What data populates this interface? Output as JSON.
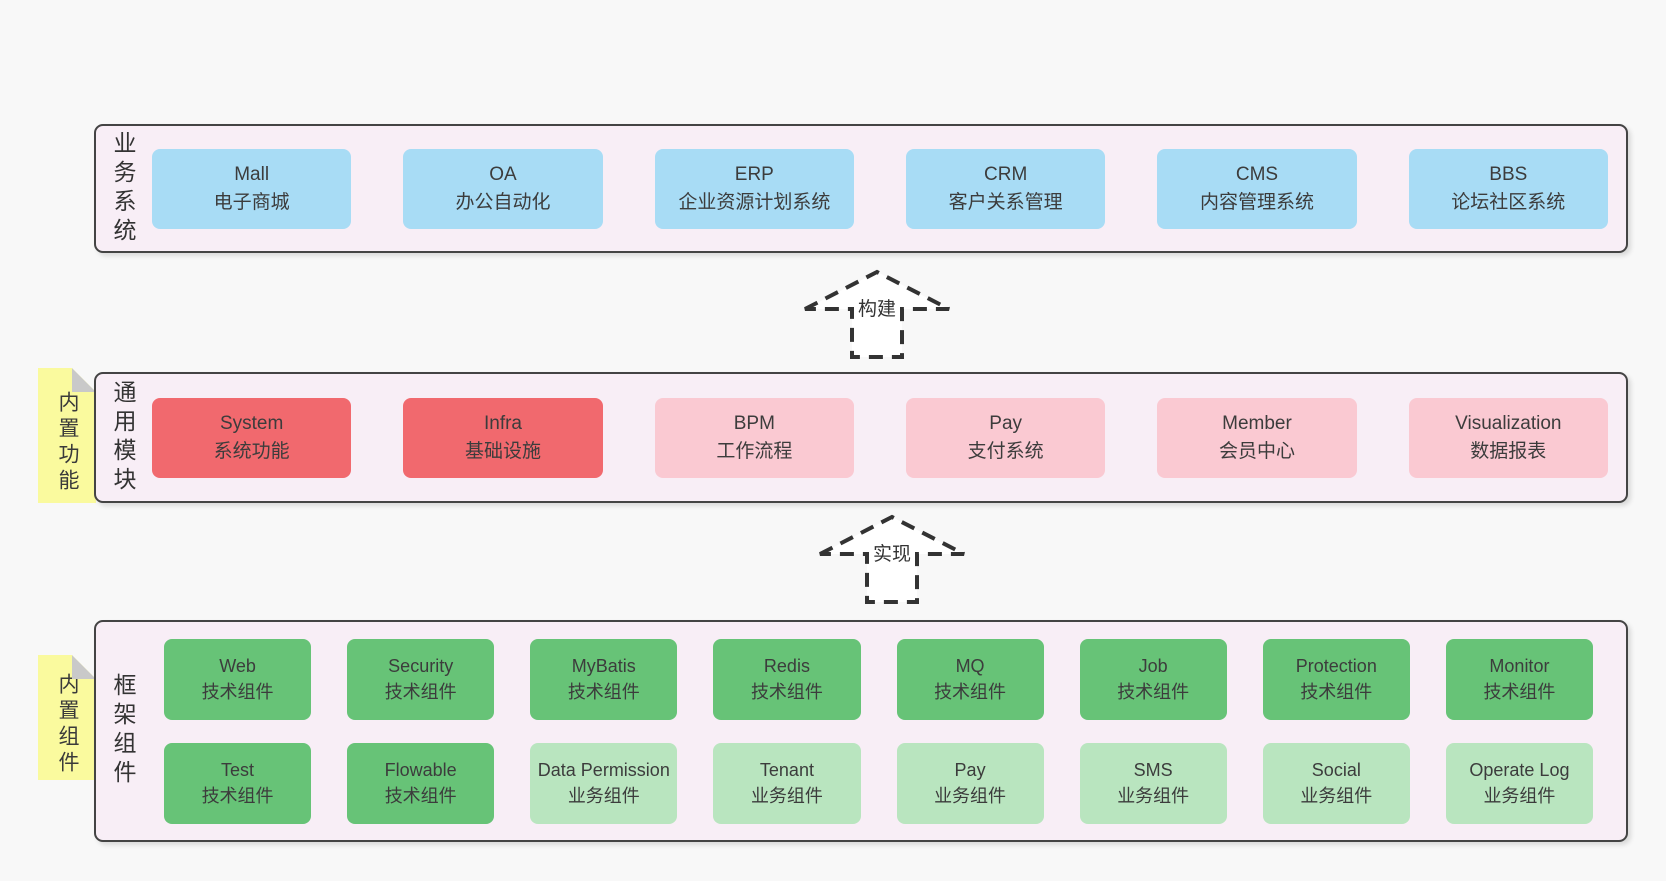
{
  "layers": {
    "business": {
      "label": "业务系统",
      "boxes": [
        {
          "en": "Mall",
          "zh": "电子商城"
        },
        {
          "en": "OA",
          "zh": "办公自动化"
        },
        {
          "en": "ERP",
          "zh": "企业资源计划系统"
        },
        {
          "en": "CRM",
          "zh": "客户关系管理"
        },
        {
          "en": "CMS",
          "zh": "内容管理系统"
        },
        {
          "en": "BBS",
          "zh": "论坛社区系统"
        }
      ]
    },
    "modules": {
      "label": "通用模块",
      "note": "内置功能",
      "boxes": [
        {
          "en": "System",
          "zh": "系统功能"
        },
        {
          "en": "Infra",
          "zh": "基础设施"
        },
        {
          "en": "BPM",
          "zh": "工作流程"
        },
        {
          "en": "Pay",
          "zh": "支付系统"
        },
        {
          "en": "Member",
          "zh": "会员中心"
        },
        {
          "en": "Visualization",
          "zh": "数据报表"
        }
      ]
    },
    "framework": {
      "label": "框架组件",
      "note": "内置组件",
      "row1": [
        {
          "en": "Web",
          "zh": "技术组件"
        },
        {
          "en": "Security",
          "zh": "技术组件"
        },
        {
          "en": "MyBatis",
          "zh": "技术组件"
        },
        {
          "en": "Redis",
          "zh": "技术组件"
        },
        {
          "en": "MQ",
          "zh": "技术组件"
        },
        {
          "en": "Job",
          "zh": "技术组件"
        },
        {
          "en": "Protection",
          "zh": "技术组件"
        },
        {
          "en": "Monitor",
          "zh": "技术组件"
        }
      ],
      "row2": [
        {
          "en": "Test",
          "zh": "技术组件"
        },
        {
          "en": "Flowable",
          "zh": "技术组件"
        },
        {
          "en": "Data Permission",
          "zh": "业务组件"
        },
        {
          "en": "Tenant",
          "zh": "业务组件"
        },
        {
          "en": "Pay",
          "zh": "业务组件"
        },
        {
          "en": "SMS",
          "zh": "业务组件"
        },
        {
          "en": "Social",
          "zh": "业务组件"
        },
        {
          "en": "Operate Log",
          "zh": "业务组件"
        }
      ]
    }
  },
  "arrows": {
    "build": "构建",
    "implement": "实现"
  },
  "colors": {
    "page_bg": "#f8f8f8",
    "layer_bg": "#f8eef6",
    "layer_border": "#444444",
    "business_box": "#a8dcf5",
    "core_module_box": "#f1696e",
    "module_box": "#fac9d2",
    "tech_component_box": "#67c377",
    "biz_component_box": "#b9e5bf",
    "note_bg": "#fafa9e",
    "note_fold": "#c9c9c9",
    "text": "#3c3c3c"
  }
}
